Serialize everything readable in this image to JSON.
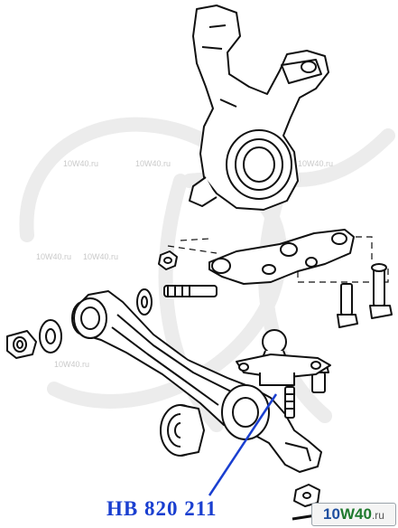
{
  "part_number": "HB 820 211",
  "watermark": {
    "site_text": "10W40.ru",
    "logo_prefix": "10",
    "logo_main": "W40",
    "logo_suffix": ".ru"
  },
  "colors": {
    "label": "#1a3fd0",
    "leader_line": "#1a3fd0",
    "drawing": "#111111",
    "watermark_swoosh": "#ececec",
    "logo_w40": "#1f7a2e"
  }
}
